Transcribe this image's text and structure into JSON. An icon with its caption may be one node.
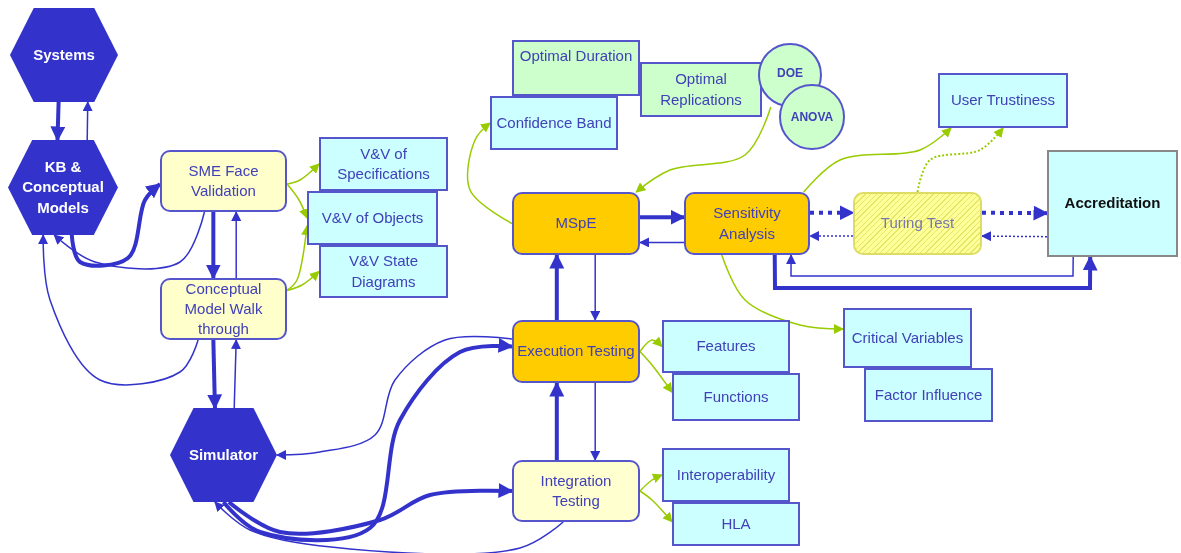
{
  "diagram": {
    "nodes": [
      {
        "text": [
          "Systems"
        ]
      },
      {
        "text": [
          "KB & Conceptual Models"
        ]
      },
      {
        "text": [
          "SME Face Validation"
        ]
      },
      {
        "text": [
          "Conceptual Model Walk through"
        ]
      },
      {
        "text": [
          "V&V of Specifications"
        ]
      },
      {
        "text": [
          "V&V of Objects"
        ]
      },
      {
        "text": [
          "V&V State Diagrams"
        ]
      },
      {
        "text": [
          "Simulator"
        ]
      },
      {
        "text": [
          "Optimal Duration"
        ]
      },
      {
        "text": [
          "Confidence Band"
        ]
      },
      {
        "text": [
          "Optimal Replications"
        ]
      },
      {
        "text": [
          "DOE"
        ]
      },
      {
        "text": [
          "ANOVA"
        ]
      },
      {
        "text": [
          "MSpE"
        ]
      },
      {
        "text": [
          "Sensitivity Analysis"
        ]
      },
      {
        "text": [
          "User Trustiness"
        ]
      },
      {
        "text": [
          "Turing Test"
        ]
      },
      {
        "text": [
          "Accreditation"
        ]
      },
      {
        "text": [
          "Execution Testing"
        ]
      },
      {
        "text": [
          "Features"
        ]
      },
      {
        "text": [
          "Functions"
        ]
      },
      {
        "text": [
          "Critical Variables"
        ]
      },
      {
        "text": [
          "Factor Influence"
        ]
      },
      {
        "text": [
          "Integration Testing"
        ]
      },
      {
        "text": [
          "Interoperability"
        ]
      },
      {
        "text": [
          "HLA"
        ]
      }
    ],
    "edges": [
      {
        "from": 0,
        "to": 1,
        "arrow": "to",
        "style": "thick"
      },
      {
        "from": 1,
        "to": 0,
        "arrow": "to"
      },
      {
        "from": 1,
        "to": 2,
        "arrow": "to",
        "style": "thick"
      },
      {
        "from": 2,
        "to": 1,
        "arrow": "to"
      },
      {
        "from": 3,
        "to": 1,
        "arrow": "to"
      },
      {
        "from": 2,
        "to": 3,
        "arrow": "to",
        "style": "thick"
      },
      {
        "from": 3,
        "to": 2,
        "arrow": "to"
      },
      {
        "from": 3,
        "to": 7,
        "arrow": "to",
        "style": "thick"
      },
      {
        "from": 7,
        "to": 3,
        "arrow": "to"
      },
      {
        "from": 2,
        "to": 4,
        "arrow": "to",
        "color": "#99cc00"
      },
      {
        "from": 2,
        "to": 5,
        "arrow": "to",
        "color": "#99cc00"
      },
      {
        "from": 3,
        "to": 5,
        "arrow": "to",
        "color": "#99cc00"
      },
      {
        "from": 3,
        "to": 6,
        "arrow": "to",
        "color": "#99cc00"
      },
      {
        "from": 13,
        "to": 9,
        "arrow": "to",
        "color": "#99cc00"
      },
      {
        "from": 11,
        "to": 13,
        "arrow": "to",
        "color": "#99cc00"
      },
      {
        "from": 13,
        "to": 14,
        "arrow": "to",
        "style": "thick"
      },
      {
        "from": 14,
        "to": 13,
        "arrow": "to"
      },
      {
        "from": 18,
        "to": 13,
        "arrow": "to",
        "style": "thick"
      },
      {
        "from": 13,
        "to": 18,
        "arrow": "to"
      },
      {
        "from": 23,
        "to": 18,
        "arrow": "to",
        "style": "thick"
      },
      {
        "from": 18,
        "to": 23,
        "arrow": "to"
      },
      {
        "from": 14,
        "to": 15,
        "arrow": "to",
        "color": "#99cc00"
      },
      {
        "from": 16,
        "to": 15,
        "arrow": "to",
        "style": "dashed",
        "color": "#99cc00"
      },
      {
        "from": 14,
        "to": 16,
        "arrow": "to",
        "style": "dashed"
      },
      {
        "from": 16,
        "to": 14,
        "arrow": "to",
        "style": "dashed"
      },
      {
        "from": 16,
        "to": 17,
        "arrow": "to",
        "style": "dashed"
      },
      {
        "from": 17,
        "to": 16,
        "arrow": "to",
        "style": "dashed"
      },
      {
        "from": 14,
        "to": 17,
        "arrow": "to",
        "style": "thick"
      },
      {
        "from": 17,
        "to": 14,
        "arrow": "to"
      },
      {
        "from": 14,
        "to": 21,
        "arrow": "to",
        "color": "#99cc00"
      },
      {
        "from": 18,
        "to": 19,
        "arrow": "to",
        "color": "#99cc00"
      },
      {
        "from": 18,
        "to": 20,
        "arrow": "to",
        "color": "#99cc00"
      },
      {
        "from": 23,
        "to": 24,
        "arrow": "to",
        "color": "#99cc00"
      },
      {
        "from": 23,
        "to": 25,
        "arrow": "to",
        "color": "#99cc00"
      },
      {
        "from": 7,
        "to": 18,
        "arrow": "to",
        "style": "thick"
      },
      {
        "from": 18,
        "to": 7,
        "arrow": "to"
      },
      {
        "from": 7,
        "to": 23,
        "arrow": "to",
        "style": "thick"
      },
      {
        "from": 23,
        "to": 7,
        "arrow": "to"
      }
    ]
  }
}
